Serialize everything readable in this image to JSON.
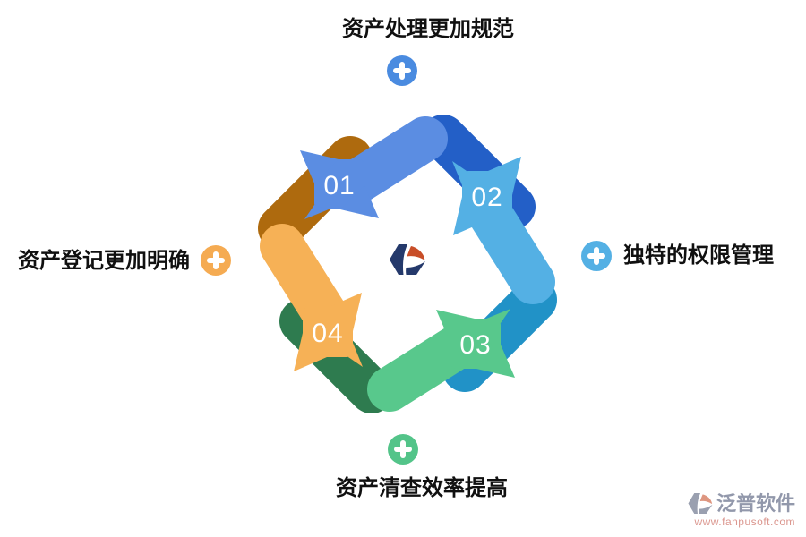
{
  "labels": {
    "top": {
      "text": "资产处理更加规范",
      "plus_color": "#4A8BE0"
    },
    "right": {
      "text": "独特的权限管理",
      "plus_color": "#54B0E4"
    },
    "bottom": {
      "text": "资产清查效率提高",
      "plus_color": "#53C489"
    },
    "left": {
      "text": "资产登记更加明确",
      "plus_color": "#F5AB52"
    }
  },
  "diagram": {
    "type": "cycle",
    "steps": [
      {
        "number": "01",
        "bright_color": "#5B8DE2",
        "dark_color": "#235FC7",
        "position": "top-left"
      },
      {
        "number": "02",
        "bright_color": "#54B0E4",
        "dark_color": "#2192C7",
        "position": "top-right"
      },
      {
        "number": "03",
        "bright_color": "#58C88C",
        "dark_color": "#2E7B4F",
        "position": "bottom-right"
      },
      {
        "number": "04",
        "bright_color": "#F6B156",
        "dark_color": "#AE6A0E",
        "position": "bottom-left"
      }
    ],
    "center_logo": {
      "navy": "#24396B",
      "red": "#C84E28"
    }
  },
  "watermark": {
    "brand": "泛普软件",
    "url": "www.fanpusoft.com",
    "text_color": "#9298AB",
    "url_color": "#DB968E",
    "glyph_gray": "#9AA0B0",
    "glyph_salmon": "#DE9680"
  }
}
